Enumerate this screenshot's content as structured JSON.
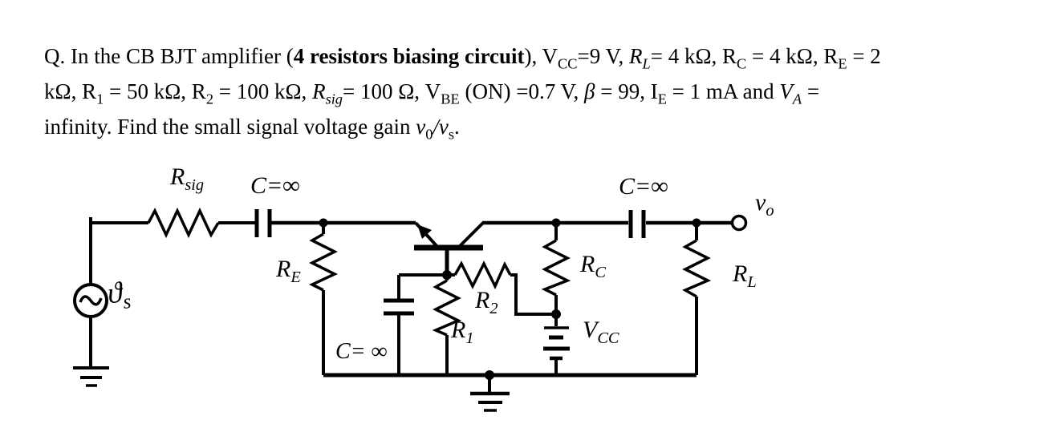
{
  "colors": {
    "ink": "#000000",
    "background": "#ffffff"
  },
  "question": {
    "lines": [
      [
        {
          "t": "Q. In the CB BJT amplifier ("
        },
        {
          "t": "4 resistors biasing circuit",
          "b": true
        },
        {
          "t": "), V"
        },
        {
          "t": "CC",
          "sub": true
        },
        {
          "t": "=9 V, "
        },
        {
          "t": "R",
          "i": true
        },
        {
          "t": "L",
          "sub": true,
          "i": true
        },
        {
          "t": "= 4 kΩ, R"
        },
        {
          "t": "C",
          "sub": true
        },
        {
          "t": " = 4 kΩ, R"
        },
        {
          "t": "E",
          "sub": true
        },
        {
          "t": " = 2"
        }
      ],
      [
        {
          "t": "kΩ, R"
        },
        {
          "t": "1",
          "sub": true
        },
        {
          "t": " = 50 kΩ, R"
        },
        {
          "t": "2",
          "sub": true
        },
        {
          "t": " = 100 kΩ, "
        },
        {
          "t": "R",
          "i": true
        },
        {
          "t": "sig",
          "sub": true,
          "i": true
        },
        {
          "t": "= 100 Ω, V"
        },
        {
          "t": "BE",
          "sub": true
        },
        {
          "t": " (ON) =0.7 V, "
        },
        {
          "t": "β",
          "i": true
        },
        {
          "t": " = 99, I"
        },
        {
          "t": "E",
          "sub": true
        },
        {
          "t": " = 1 mA and "
        },
        {
          "t": "V",
          "i": true
        },
        {
          "t": "A",
          "sub": true,
          "i": true
        },
        {
          "t": " ="
        }
      ],
      [
        {
          "t": "infinity. Find the small signal voltage gain "
        },
        {
          "t": "v",
          "i": true
        },
        {
          "t": "0",
          "sub": true
        },
        {
          "t": "/",
          "i": true
        },
        {
          "t": "v",
          "i": true
        },
        {
          "t": "s",
          "sub": true
        },
        {
          "t": "."
        }
      ]
    ]
  },
  "circuit": {
    "labels": {
      "rsig": {
        "base": "R",
        "sub": "sig"
      },
      "cap_in": {
        "text": "C=∞"
      },
      "re": {
        "base": "R",
        "sub": "E"
      },
      "vs": {
        "base": "ϑ",
        "sub": "s"
      },
      "r2": {
        "base": "R",
        "sub": "2"
      },
      "r1": {
        "base": "R",
        "sub": "1"
      },
      "cap_bypass": {
        "text": "C= ∞"
      },
      "rc": {
        "base": "R",
        "sub": "C"
      },
      "vcc": {
        "base": "V",
        "sub": "CC"
      },
      "cap_out": {
        "text": "C=∞"
      },
      "vo": {
        "base": "v",
        "sub": "o"
      },
      "rl": {
        "base": "R",
        "sub": "L"
      }
    }
  }
}
